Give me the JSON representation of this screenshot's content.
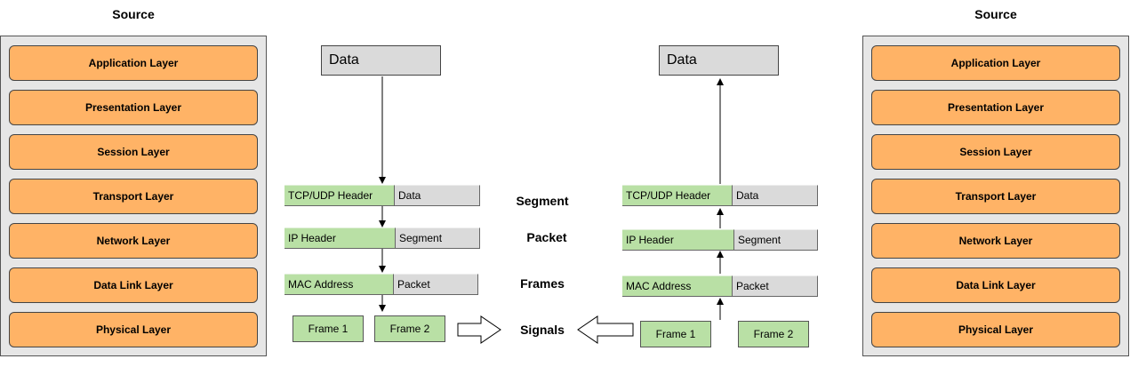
{
  "source_left": {
    "title": "Source",
    "layers": [
      "Application Layer",
      "Presentation Layer",
      "Session Layer",
      "Transport Layer",
      "Network Layer",
      "Data Link Layer",
      "Physical Layer"
    ]
  },
  "source_right": {
    "title": "Source",
    "layers": [
      "Application Layer",
      "Presentation Layer",
      "Session Layer",
      "Transport Layer",
      "Network Layer",
      "Data Link Layer",
      "Physical Layer"
    ]
  },
  "encapsulation": {
    "data_label": "Data",
    "transport": {
      "header": "TCP/UDP Header",
      "payload": "Data"
    },
    "network": {
      "header": "IP Header",
      "payload": "Segment"
    },
    "datalink": {
      "header": "MAC Address",
      "payload": "Packet"
    },
    "frames": [
      "Frame 1",
      "Frame 2"
    ]
  },
  "decapsulation": {
    "data_label": "Data",
    "transport": {
      "header": "TCP/UDP Header",
      "payload": "Data"
    },
    "network": {
      "header": "IP Header",
      "payload": "Segment"
    },
    "datalink": {
      "header": "MAC Address",
      "payload": "Packet"
    },
    "frames": [
      "Frame 1",
      "Frame 2"
    ]
  },
  "pdu_labels": {
    "segment": "Segment",
    "packet": "Packet",
    "frames": "Frames",
    "signals": "Signals"
  },
  "colors": {
    "layer_fill": "#ffb366",
    "header_fill": "#b9e0a5",
    "data_fill": "#dadada",
    "stack_bg": "#e6e6e6"
  }
}
